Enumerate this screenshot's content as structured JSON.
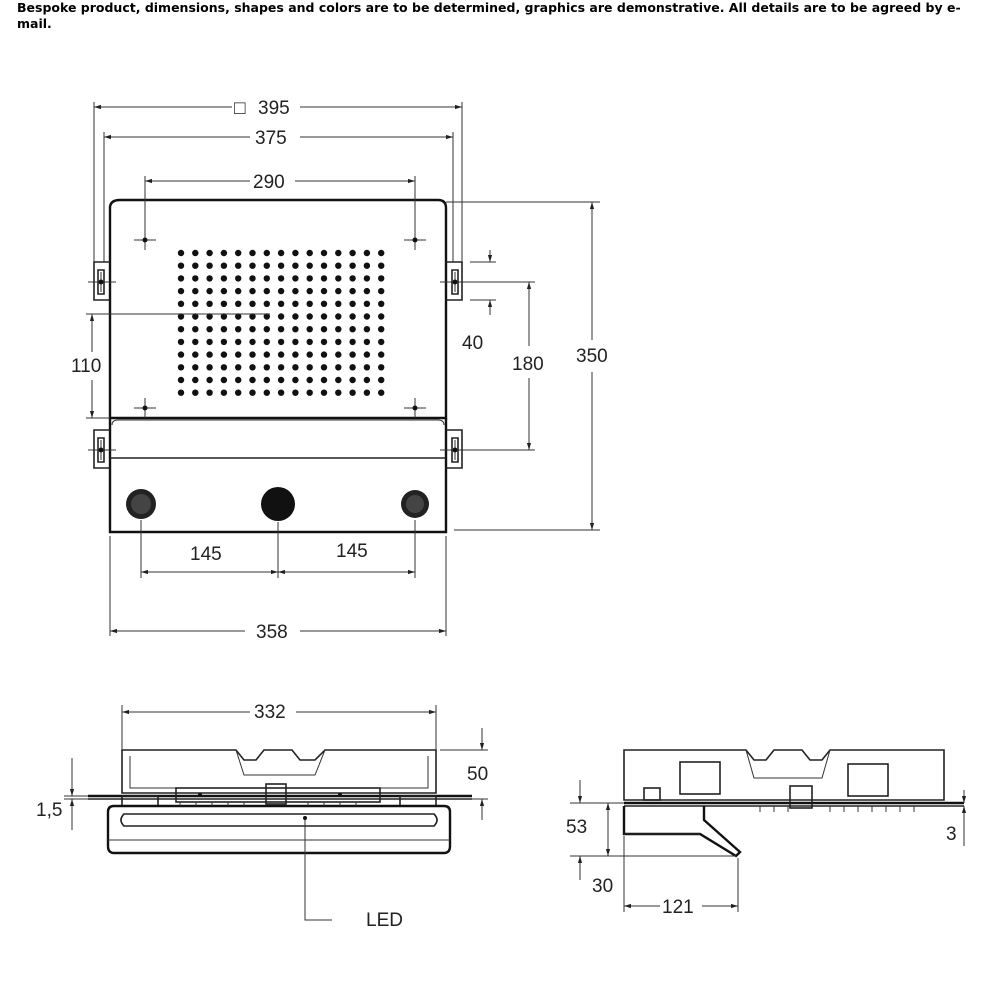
{
  "note": "Bespoke product, dimensions, shapes and colors are to be determined, graphics are demonstrative. All details are to be agreed by e-mail.",
  "front_view": {
    "dim_outer": "395",
    "dim_outer_symbol": "□",
    "dim_lugs": "375",
    "dim_holes": "290",
    "dim_height": "350",
    "dim_lug_spacing": "180",
    "dim_top_lug": "40",
    "dim_left_110": "110",
    "dim_jets_left": "145",
    "dim_jets_right": "145",
    "dim_bottom": "358"
  },
  "side_view_1": {
    "dim_width": "332",
    "dim_depth": "50",
    "dim_thickness": "1,5",
    "label_led": "LED"
  },
  "side_view_2": {
    "dim_53": "53",
    "dim_30": "30",
    "dim_121": "121",
    "dim_3": "3"
  }
}
